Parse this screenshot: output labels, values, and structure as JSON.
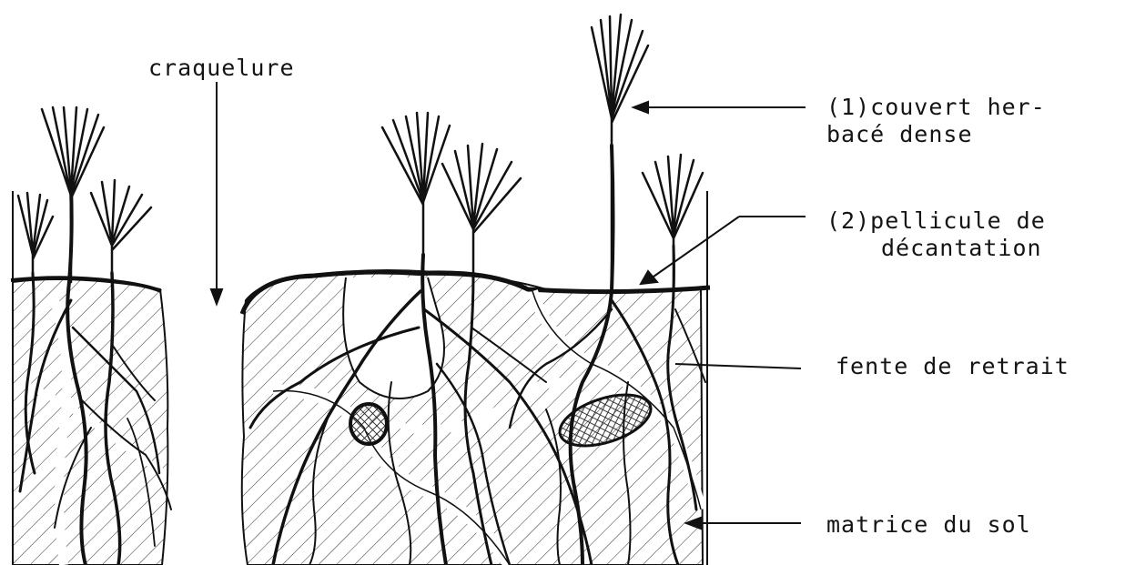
{
  "labels": {
    "craquelure": "craquelure",
    "couvert_line1": "(1)couvert her-",
    "couvert_line2": "bacé dense",
    "pellicule_line1": "(2)pellicule de",
    "pellicule_line2": "décantation",
    "fente": "fente de retrait",
    "matrice": "matrice du sol"
  },
  "colors": {
    "ink": "#141414",
    "paper": "#ffffff"
  }
}
